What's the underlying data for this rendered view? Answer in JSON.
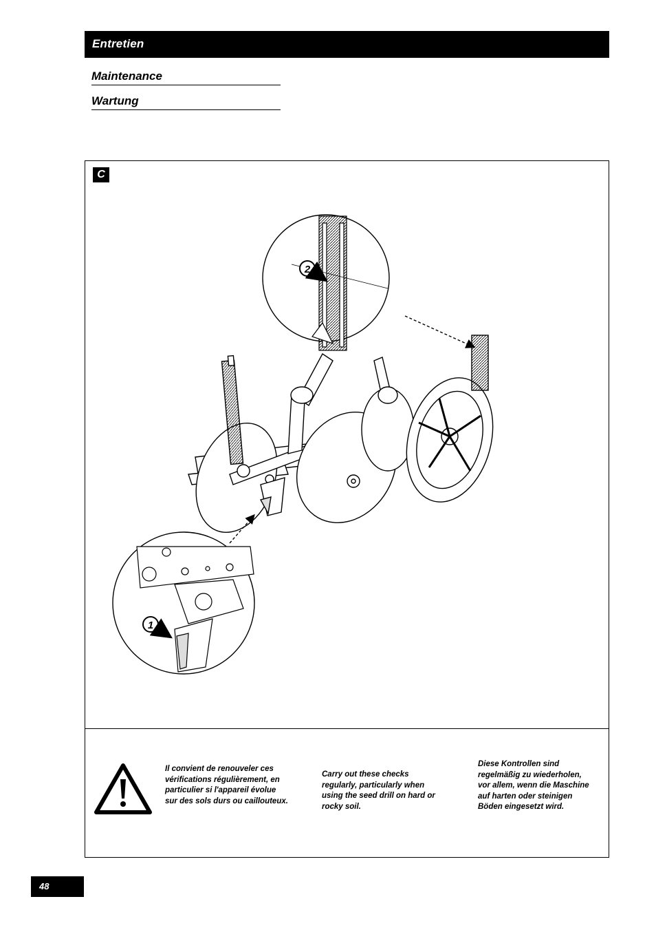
{
  "header": {
    "section_title": "Entretien"
  },
  "subtitles": [
    "Maintenance",
    "Wartung"
  ],
  "figure": {
    "label": "C",
    "callouts": [
      "1",
      "2"
    ]
  },
  "notes": {
    "fr": "Il convient de renouveler ces vérifications régulièrement, en particulier si l'appareil évolue sur des sols durs ou caillouteux.",
    "en": "Carry out these checks regularly, particularly when using the seed drill on hard or rocky soil.",
    "de": "Diese Kontrollen sind regelmäßig zu wiederholen, vor allem, wenn die Maschine auf harten oder steinigen Böden eingesetzt wird."
  },
  "icons": {
    "warning": "warning-triangle-icon"
  },
  "page": {
    "number": "48"
  }
}
